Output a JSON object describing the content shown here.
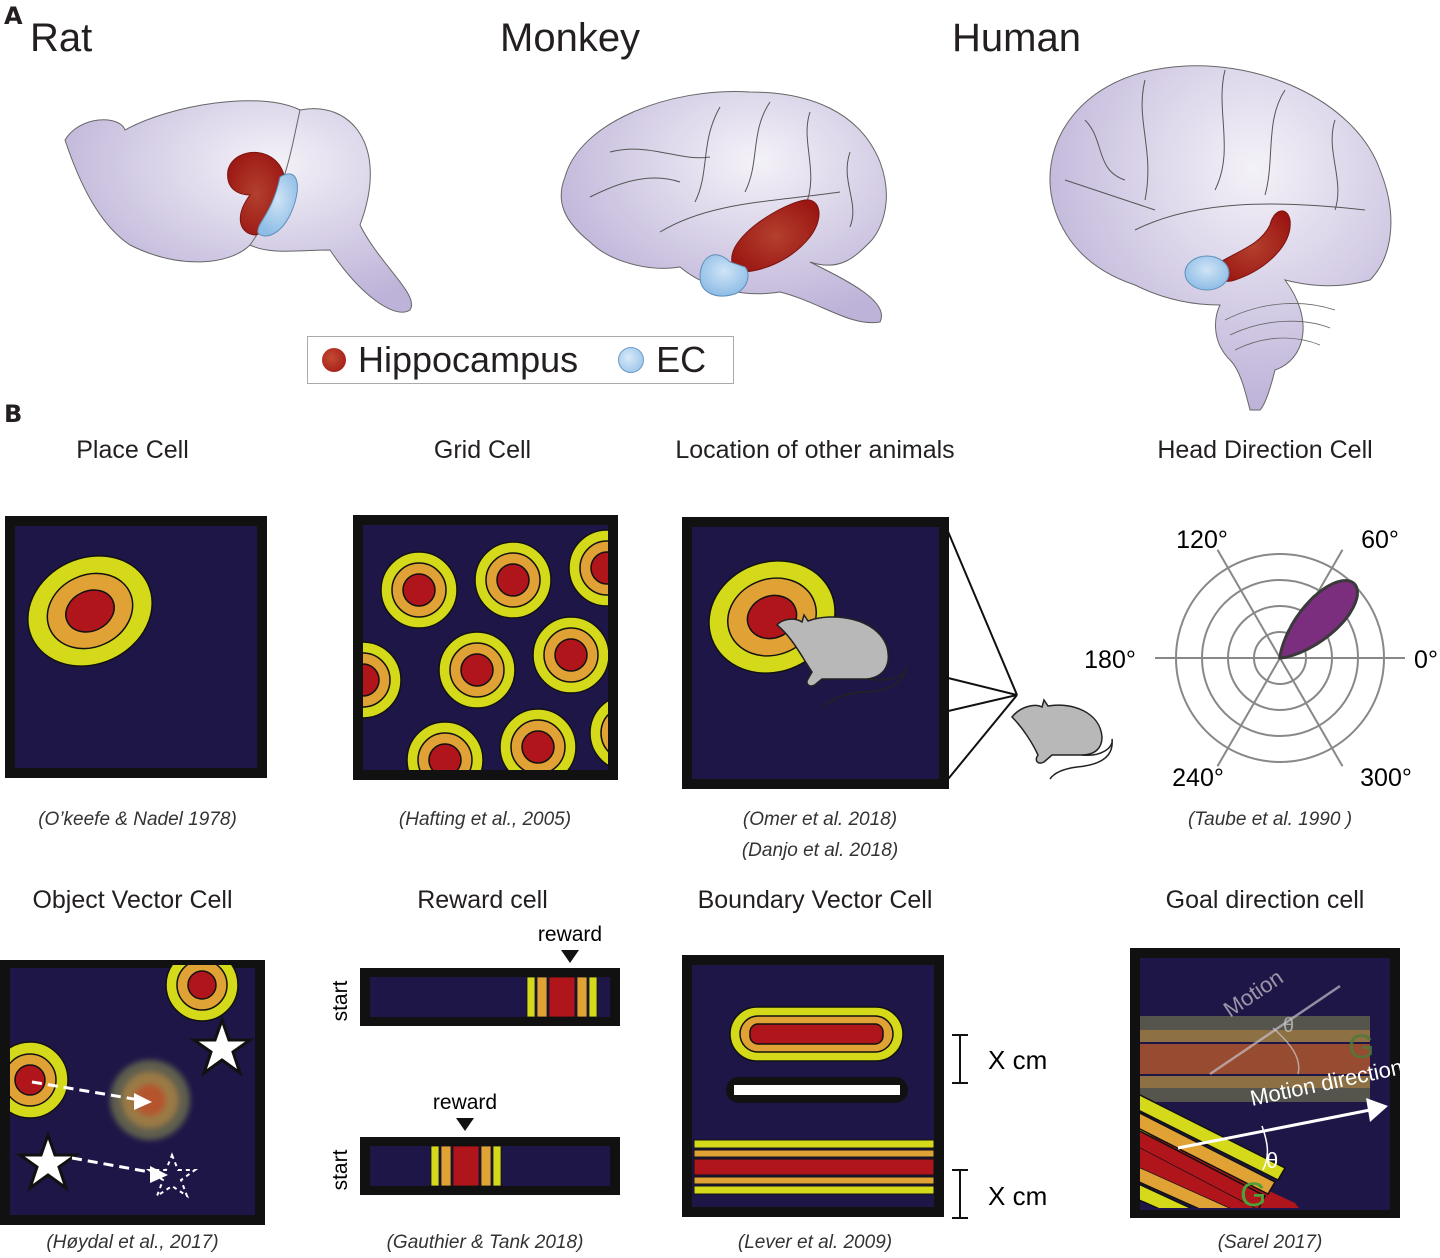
{
  "panel_a": {
    "letter": "A",
    "species": [
      {
        "name": "Rat"
      },
      {
        "name": "Monkey"
      },
      {
        "name": "Human"
      }
    ],
    "legend": [
      {
        "label": "Hippocampus",
        "color": "#b01e1a"
      },
      {
        "label": "EC",
        "color": "#9cc8ec"
      }
    ]
  },
  "panel_b": {
    "letter": "B",
    "cells": [
      {
        "title": "Place Cell",
        "citation": [
          "(O’keefe & Nadel 1978)"
        ]
      },
      {
        "title": "Grid Cell",
        "citation": [
          "(Hafting et al., 2005)"
        ]
      },
      {
        "title": "Location of other animals",
        "citation": [
          "(Omer et al. 2018)",
          "(Danjo et al. 2018)"
        ]
      },
      {
        "title": "Head Direction Cell",
        "citation": [
          "(Taube et al. 1990 )"
        ]
      },
      {
        "title": "Object Vector Cell",
        "citation": [
          "(Høydal et al., 2017)"
        ]
      },
      {
        "title": "Reward cell",
        "citation": [
          "(Gauthier & Tank 2018)"
        ]
      },
      {
        "title": "Boundary Vector Cell",
        "citation": [
          "(Lever et al. 2009)"
        ]
      },
      {
        "title": "Goal direction cell",
        "citation": [
          "(Sarel 2017)"
        ]
      }
    ],
    "head_direction": {
      "angle_labels": [
        "0°",
        "60°",
        "120°",
        "180°",
        "240°",
        "300°"
      ],
      "preferred_direction_deg": 45,
      "rings": 4
    },
    "reward": {
      "reward_label": "reward",
      "start_label": "start",
      "track1_reward_position": 0.8,
      "track2_reward_position": 0.4
    },
    "boundary": {
      "distance_label": "X cm"
    },
    "goal": {
      "motion_label": "Motion direction",
      "motion_label_faded": "Motion",
      "theta": "θ",
      "goal_marker": "G"
    }
  },
  "colors": {
    "arena_bg": "#1e1647",
    "arena_border": "#111111",
    "field_red": "#b0151b",
    "field_orange": "#e0a235",
    "field_yellow": "#d4da1a",
    "brain": "#c9c0de",
    "polar_fill": "#7b2d7e",
    "rat": "#b8b8b8"
  }
}
